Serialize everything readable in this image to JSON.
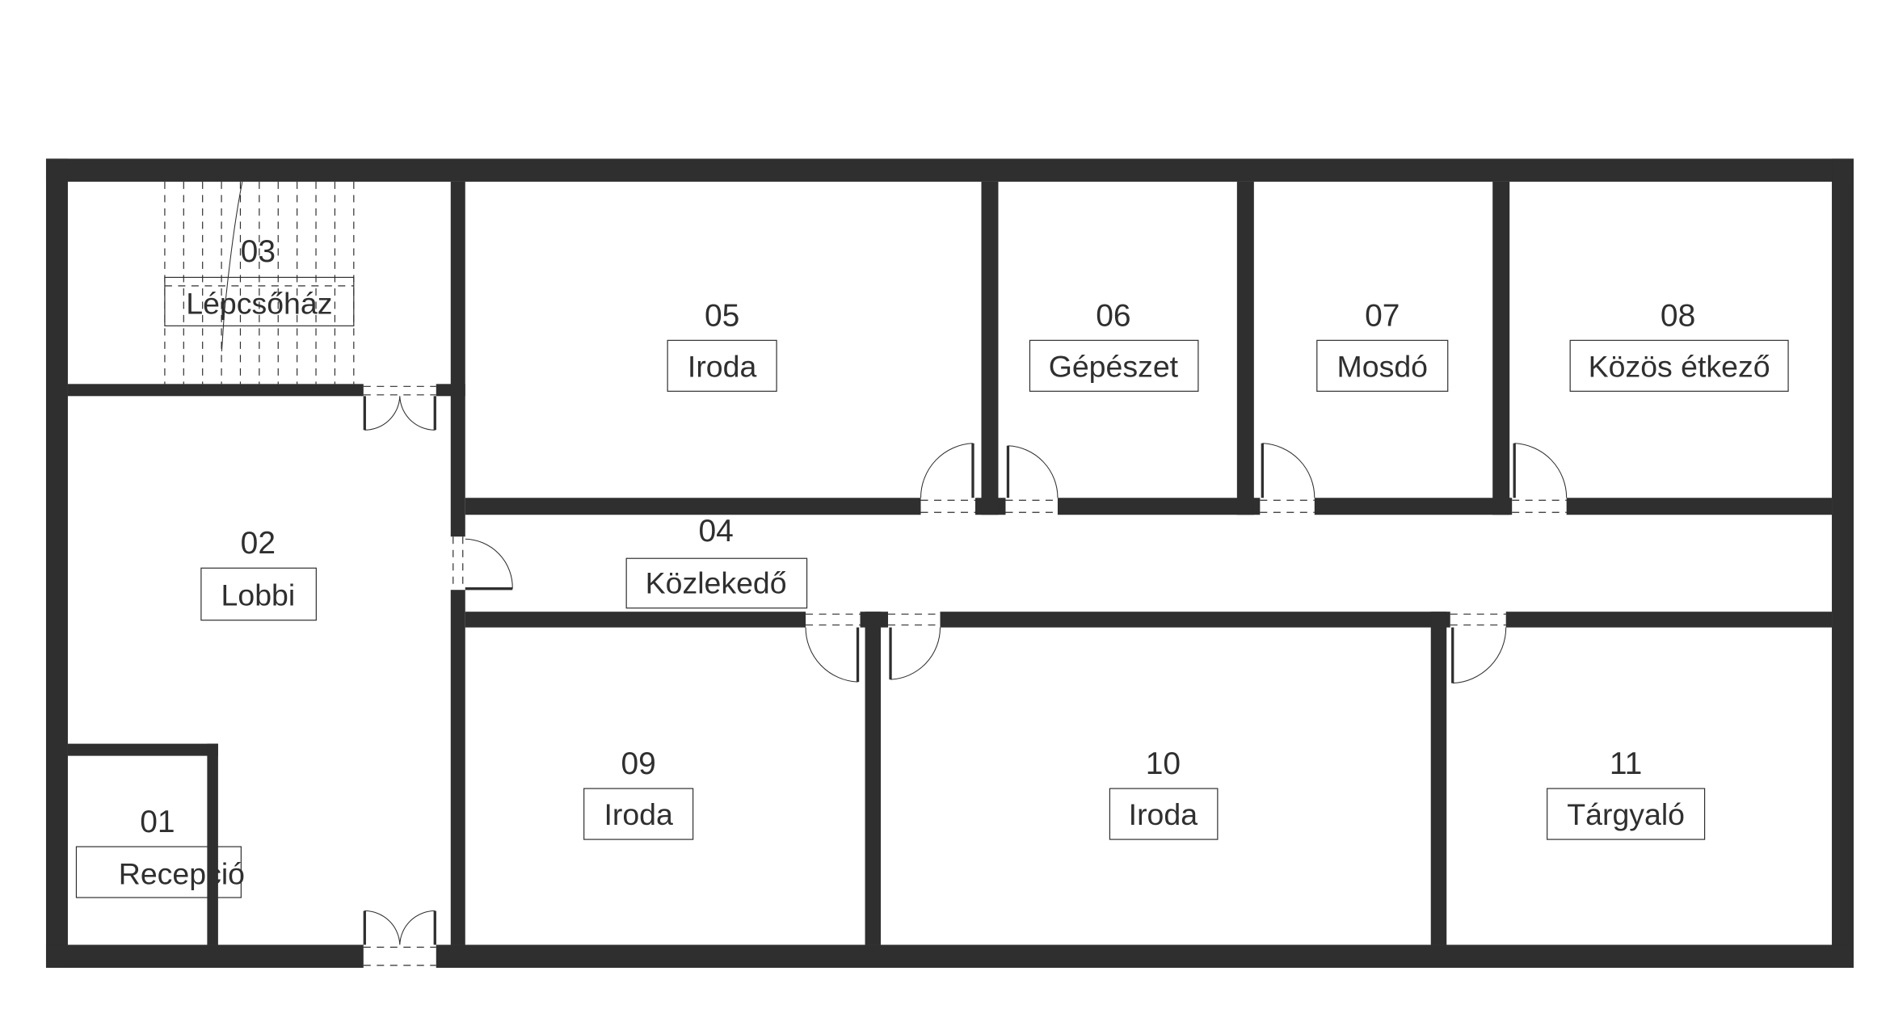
{
  "floor_plan": {
    "colors": {
      "wall": "#2f2f2f",
      "background": "#ffffff"
    },
    "rooms": [
      {
        "number": "01",
        "name": "Recepció"
      },
      {
        "number": "02",
        "name": "Lobbi"
      },
      {
        "number": "03",
        "name": "Lépcsőház"
      },
      {
        "number": "04",
        "name": "Közlekedő"
      },
      {
        "number": "05",
        "name": "Iroda"
      },
      {
        "number": "06",
        "name": "Gépészet"
      },
      {
        "number": "07",
        "name": "Mosdó"
      },
      {
        "number": "08",
        "name": "Közös étkező"
      },
      {
        "number": "09",
        "name": "Iroda"
      },
      {
        "number": "10",
        "name": "Iroda"
      },
      {
        "number": "11",
        "name": "Tárgyaló"
      }
    ]
  }
}
